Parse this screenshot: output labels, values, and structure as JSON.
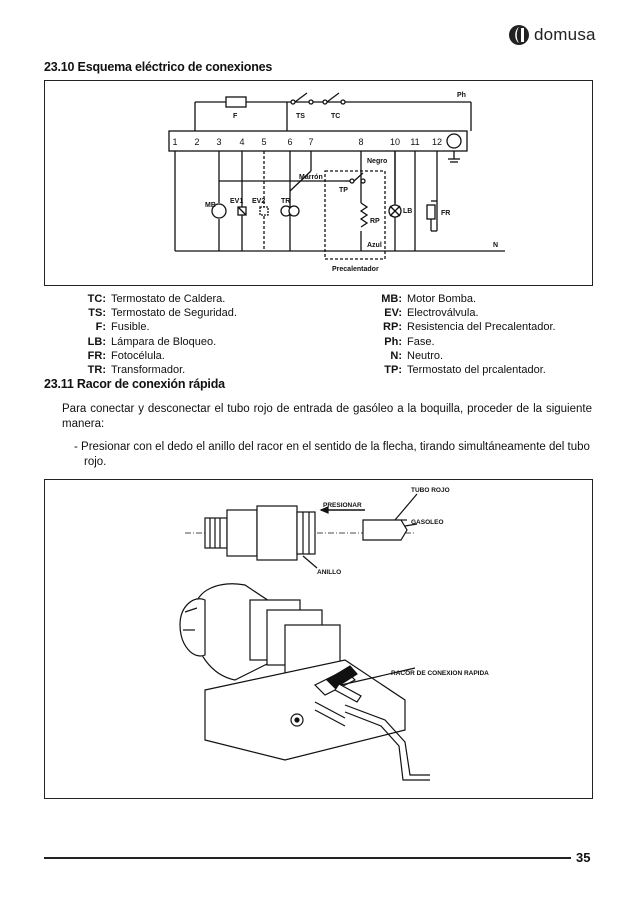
{
  "brand": {
    "name": "domusa"
  },
  "section_1": {
    "title": "23.10 Esquema eléctrico de conexiones",
    "diagram": {
      "terminals": [
        "1",
        "2",
        "3",
        "4",
        "5",
        "6",
        "7",
        "8",
        "10",
        "11",
        "12"
      ],
      "labels": {
        "ph": "Ph",
        "f": "F",
        "ts": "TS",
        "tc": "TC",
        "negro": "Negro",
        "marron": "Marrón",
        "tp": "TP",
        "mb": "MB",
        "ev1": "EV1",
        "ev2": "EV2",
        "tr": "TR",
        "rp": "RP",
        "lb": "LB",
        "fr": "FR",
        "azul": "Azul",
        "n": "N",
        "precalentador": "Precalentador"
      }
    },
    "legend_left": [
      {
        "key": "TC:",
        "value": "Termostato de Caldera."
      },
      {
        "key": "TS:",
        "value": "Termostato de Seguridad."
      },
      {
        "key": "F:",
        "value": "Fusible."
      },
      {
        "key": "LB:",
        "value": "Lámpara de Bloqueo."
      },
      {
        "key": "FR:",
        "value": "Fotocélula."
      },
      {
        "key": "TR:",
        "value": "Transformador."
      }
    ],
    "legend_right": [
      {
        "key": "MB:",
        "value": "Motor Bomba."
      },
      {
        "key": "EV:",
        "value": "Electroválvula."
      },
      {
        "key": "RP:",
        "value": "Resistencia del Precalentador."
      },
      {
        "key": "Ph:",
        "value": "Fase."
      },
      {
        "key": "N:",
        "value": "Neutro."
      },
      {
        "key": "TP:",
        "value": "Termostato del prcalentador."
      }
    ]
  },
  "section_2": {
    "title": "23.11 Racor de conexión rápida",
    "intro": "Para conectar y desconectar el tubo rojo de entrada de gasóleo a la boquilla, proceder de la siguiente manera:",
    "step": "- Presionar con el dedo el anillo del racor en el sentido de la flecha, tirando simultáneamente del tubo rojo.",
    "figure_labels": {
      "tubo_rojo": "TUBO ROJO",
      "presionar": "PRESIONAR",
      "gasoleo": "GASOLEO",
      "anillo": "ANILLO",
      "racor": "RACOR DE CONEXION RAPIDA"
    }
  },
  "page_number": "35"
}
